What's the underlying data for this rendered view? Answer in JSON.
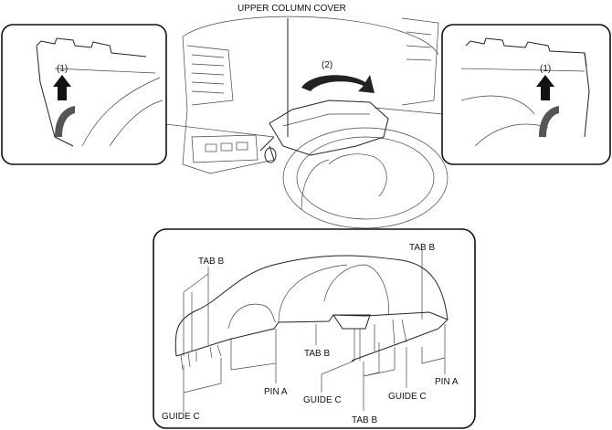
{
  "title_label": "UPPER COLUMN COVER",
  "step_rotate": "(2)",
  "step_left": "(1)",
  "step_right": "(1)",
  "detail_labels": {
    "tab_b_top_left": "TAB B",
    "tab_b_top_right": "TAB B",
    "tab_b_middle": "TAB B",
    "tab_b_bottom": "TAB B",
    "pin_a_left": "PIN A",
    "pin_a_right": "PIN A",
    "guide_c_left": "GUIDE C",
    "guide_c_middle": "GUIDE C",
    "guide_c_right": "GUIDE C"
  }
}
